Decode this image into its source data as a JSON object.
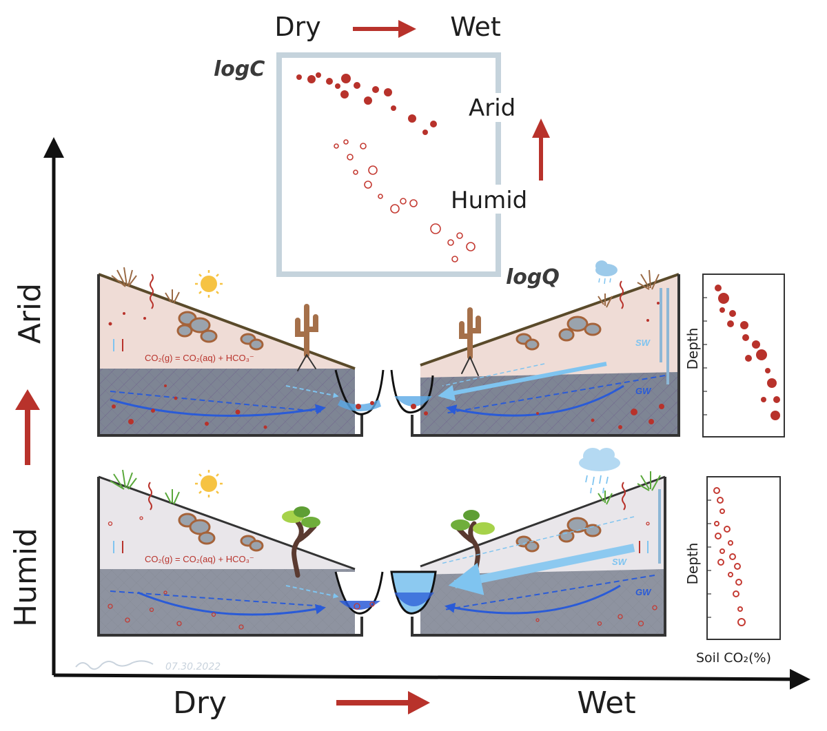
{
  "top": {
    "dry_label": "Dry",
    "wet_label": "Wet",
    "y_axis_label": "logC",
    "x_axis_label": "logQ",
    "arid_label": "Arid",
    "humid_label": "Humid"
  },
  "main": {
    "arid_label": "Arid",
    "humid_label": "Humid",
    "dry_label": "Dry",
    "wet_label": "Wet"
  },
  "panels": {
    "equation_arid": "CO₂(g) = CO₂(aq) + HCO₃⁻",
    "equation_humid": "CO₂(g) = CO₂(aq) + HCO₃⁻",
    "sw_label": "SW",
    "gw_label": "GW"
  },
  "side_plots": {
    "depth_label": "Depth",
    "x_label": "Soil CO₂(%)"
  },
  "signature": {
    "date": "07.30.2022"
  },
  "colors": {
    "accent_red": "#b8322b",
    "frame_blue_gray": "#c5d3dc",
    "water_blue": "#5aa9e6",
    "flow_dark_blue": "#2a5bd7"
  }
}
